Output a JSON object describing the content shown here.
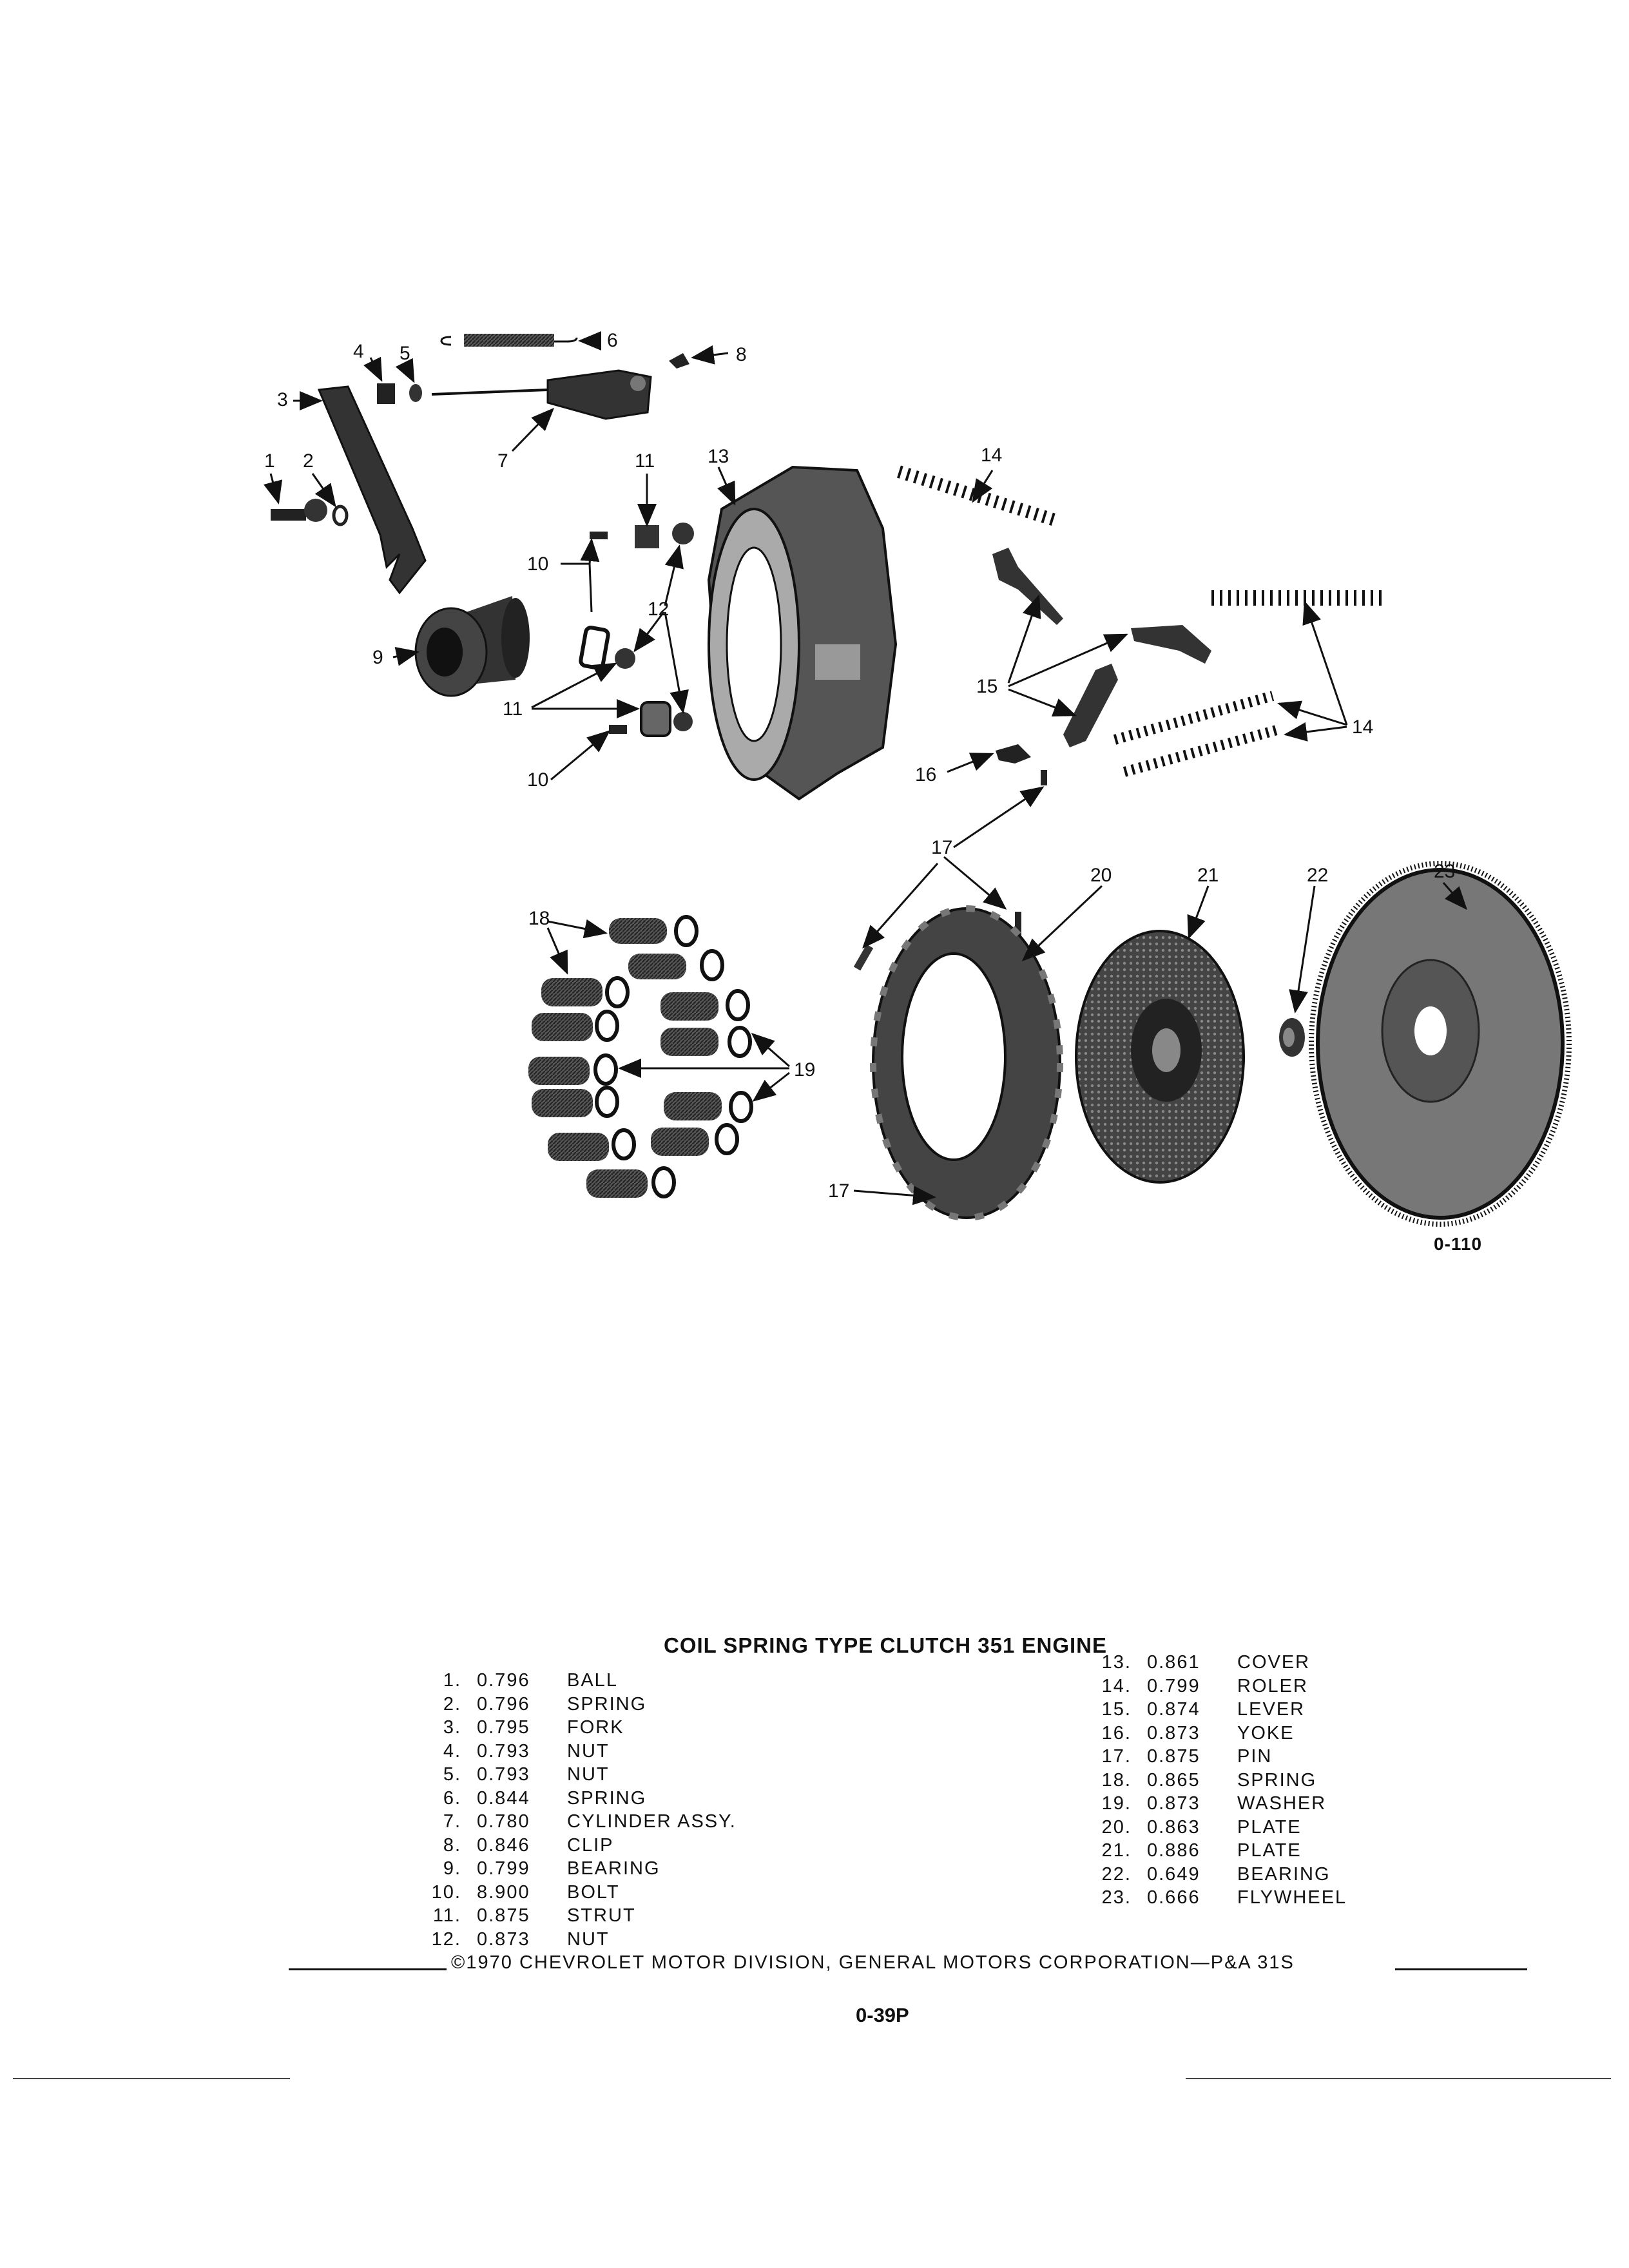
{
  "figure": {
    "callouts": [
      "1",
      "2",
      "3",
      "4",
      "5",
      "6",
      "7",
      "8",
      "9",
      "10",
      "11",
      "12",
      "13",
      "14",
      "15",
      "16",
      "17",
      "18",
      "19",
      "20",
      "21",
      "22",
      "23"
    ],
    "figure_id": "0-110"
  },
  "parts_list": {
    "title": "COIL SPRING TYPE CLUTCH 351 ENGINE",
    "left": [
      {
        "num": "1.",
        "code": "0.796",
        "name": "BALL"
      },
      {
        "num": "2.",
        "code": "0.796",
        "name": "SPRING"
      },
      {
        "num": "3.",
        "code": "0.795",
        "name": "FORK"
      },
      {
        "num": "4.",
        "code": "0.793",
        "name": "NUT"
      },
      {
        "num": "5.",
        "code": "0.793",
        "name": "NUT"
      },
      {
        "num": "6.",
        "code": "0.844",
        "name": "SPRING"
      },
      {
        "num": "7.",
        "code": "0.780",
        "name": "CYLINDER ASSY."
      },
      {
        "num": "8.",
        "code": "0.846",
        "name": "CLIP"
      },
      {
        "num": "9.",
        "code": "0.799",
        "name": "BEARING"
      },
      {
        "num": "10.",
        "code": "8.900",
        "name": "BOLT"
      },
      {
        "num": "11.",
        "code": "0.875",
        "name": "STRUT"
      },
      {
        "num": "12.",
        "code": "0.873",
        "name": "NUT"
      }
    ],
    "right": [
      {
        "num": "13.",
        "code": "0.861",
        "name": "COVER"
      },
      {
        "num": "14.",
        "code": "0.799",
        "name": "ROLER"
      },
      {
        "num": "15.",
        "code": "0.874",
        "name": "LEVER"
      },
      {
        "num": "16.",
        "code": "0.873",
        "name": "YOKE"
      },
      {
        "num": "17.",
        "code": "0.875",
        "name": "PIN"
      },
      {
        "num": "18.",
        "code": "0.865",
        "name": "SPRING"
      },
      {
        "num": "19.",
        "code": "0.873",
        "name": "WASHER"
      },
      {
        "num": "20.",
        "code": "0.863",
        "name": "PLATE"
      },
      {
        "num": "21.",
        "code": "0.886",
        "name": "PLATE"
      },
      {
        "num": "22.",
        "code": "0.649",
        "name": "BEARING"
      },
      {
        "num": "23.",
        "code": "0.666",
        "name": "FLYWHEEL"
      }
    ]
  },
  "footer": {
    "copyright": "©1970 CHEVROLET MOTOR DIVISION, GENERAL MOTORS CORPORATION—P&A 31S",
    "page_number": "0-39P"
  }
}
